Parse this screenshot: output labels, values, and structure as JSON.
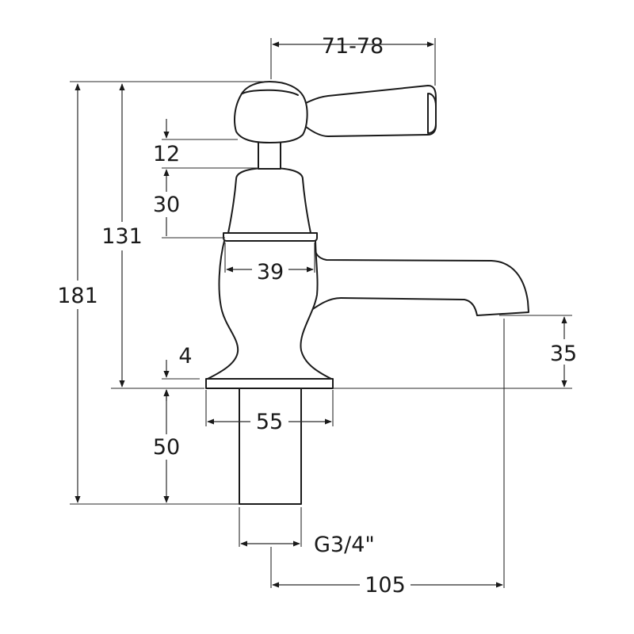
{
  "diagram": {
    "dimensions": {
      "lever_reach": "71-78",
      "total_height": "181",
      "height_above_deck": "131",
      "spindle_gap": "12",
      "headwork_height": "30",
      "body_width": "39",
      "flange_thickness": "4",
      "base_diameter": "55",
      "shank_length": "50",
      "spout_outlet_height": "35",
      "thread_size": "G3/4\"",
      "spout_projection": "105"
    }
  }
}
